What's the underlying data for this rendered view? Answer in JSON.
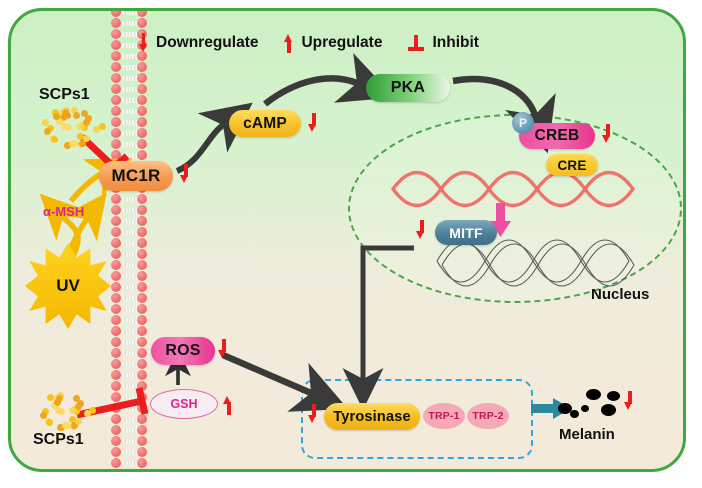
{
  "legend": {
    "down_label": "Downregulate",
    "up_label": "Upregulate",
    "inhibit_label": "Inhibit",
    "down_icon": "red-down-arrow-icon",
    "up_icon": "red-up-arrow-icon",
    "inhibit_icon": "red-inhibit-bar-icon"
  },
  "nodes": {
    "scps1_top": "SCPs1",
    "scps1_bottom": "SCPs1",
    "mc1r": "MC1R",
    "amsh": "α-MSH",
    "uv": "UV",
    "camp": "cAMP",
    "pka": "PKA",
    "p_badge": "P",
    "creb": "CREB",
    "cre": "CRE",
    "mitf": "MITF",
    "ros": "ROS",
    "gsh": "GSH",
    "tyrosinase": "Tyrosinase",
    "trp1": "TRP-1",
    "trp2": "TRP-2",
    "melanin": "Melanin",
    "nucleus": "Nucleus"
  },
  "regulation": {
    "mc1r": "down",
    "camp": "down",
    "creb": "down",
    "mitf": "down",
    "ros": "down",
    "gsh": "up",
    "tyrosinase": "down",
    "melanin": "down"
  },
  "colors": {
    "cell_border": "#3fa93f",
    "cell_fill_top": "#cdf0c4",
    "cell_fill_bottom": "#f4eada",
    "membrane_head": "#ef6a6a",
    "mc1r": "#f79a52",
    "camp": "#f7c12a",
    "pka": "#2e9e38",
    "creb": "#e8348f",
    "cre": "#f5bc1e",
    "mitf": "#4d7f99",
    "ros": "#e8348f",
    "gsh_text": "#e0218a",
    "tyrosinase": "#f5bc1e",
    "trp": "#f4a9b4",
    "melanin": "#000000",
    "nucleus_dash": "#49a44a",
    "melanosome_dash": "#2fa6df",
    "regulation_arrow": "#ee1d1d",
    "inhibit_bar": "#ee1d1d",
    "signal_arrow": "#3a3a3a",
    "uv_arrow": "#f5b800",
    "dna_upper": "#f0736b",
    "dna_lower": "#5a5a5a",
    "cre_to_mitf_arrow": "#ef4fa0",
    "melanin_arrow": "#2b8aa0",
    "scps1_particle": "#f5c518"
  }
}
